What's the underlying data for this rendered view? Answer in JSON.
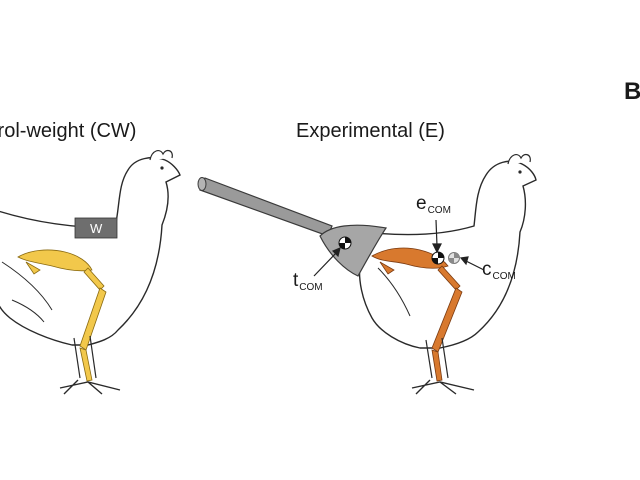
{
  "panel": {
    "letter": "B"
  },
  "groups": [
    {
      "title": "trol-weight (CW)",
      "weight_label": "W"
    },
    {
      "title": "Experimental (E)"
    }
  ],
  "com_labels": {
    "e": {
      "main": "e",
      "sub": "COM"
    },
    "t": {
      "main": "t",
      "sub": "COM"
    },
    "c": {
      "main": "c",
      "sub": "COM"
    }
  },
  "colors": {
    "outline": "#2a2a2a",
    "control_bones": "#f2c84b",
    "experimental_bones": "#d8792e",
    "tail_device": "#9a9a9a",
    "weight": "#6e6e6e"
  }
}
